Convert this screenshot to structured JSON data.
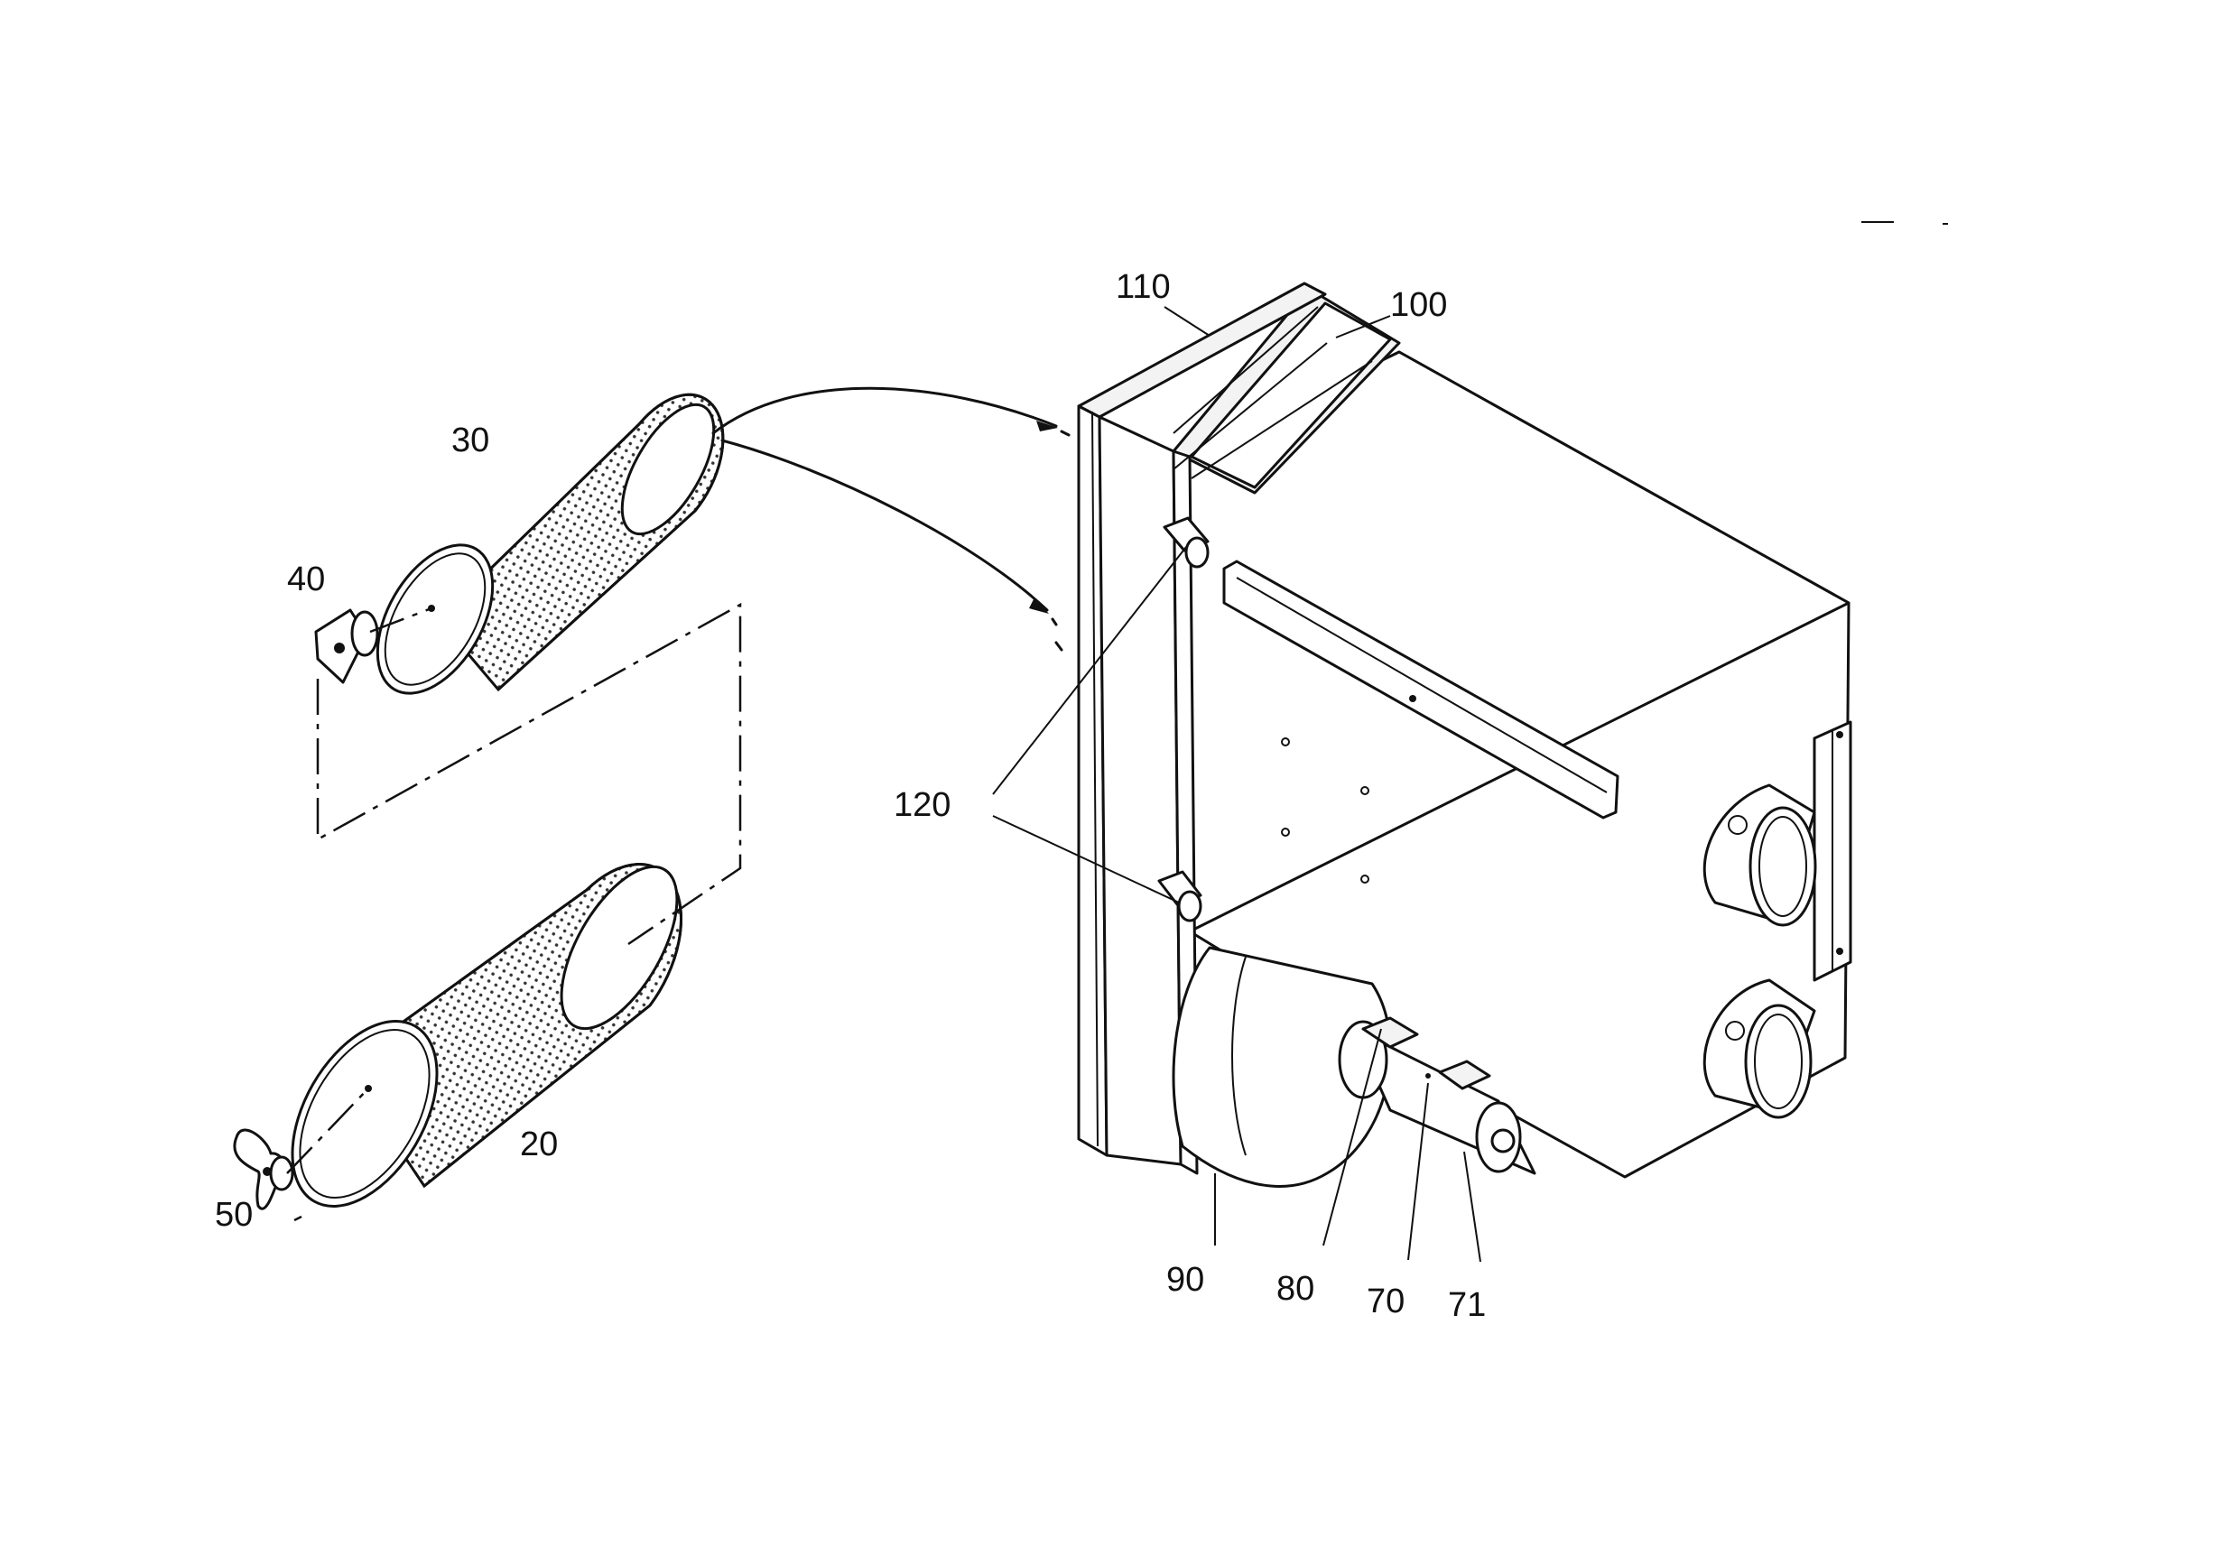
{
  "labels": {
    "l110": "110",
    "l100": "100",
    "l30": "30",
    "l40": "40",
    "l120": "120",
    "l20": "20",
    "l50": "50",
    "l90": "90",
    "l80": "80",
    "l70": "70",
    "l71": "71"
  },
  "colors": {
    "line": "#111111",
    "background": "#ffffff",
    "mesh": "#333333"
  }
}
